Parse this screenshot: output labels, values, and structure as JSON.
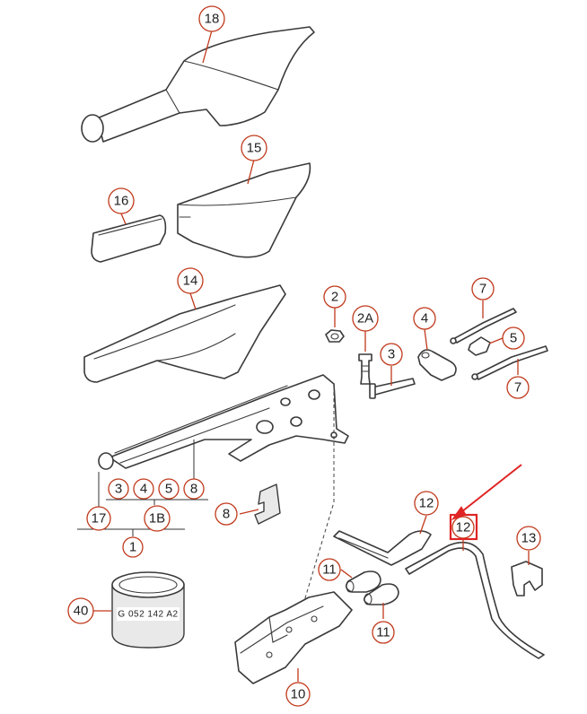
{
  "callouts": {
    "c18": "18",
    "c15": "15",
    "c16": "16",
    "c14": "14",
    "c2": "2",
    "c2a": "2A",
    "c3": "3",
    "c4": "4",
    "c5": "5",
    "c7a": "7",
    "c7b": "7",
    "g3": "3",
    "g4": "4",
    "g5": "5",
    "g8": "8",
    "c17": "17",
    "c1b": "1B",
    "c1": "1",
    "c8": "8",
    "c12a": "12",
    "c12b": "12",
    "c13": "13",
    "c11a": "11",
    "c11b": "11",
    "c40": "40",
    "c10": "10"
  },
  "part_label": "G  052  142  A2",
  "highlight": {
    "color": "#e02424",
    "target": "12"
  },
  "colors": {
    "callout": "#c0391b",
    "line": "#3a3a3a"
  }
}
